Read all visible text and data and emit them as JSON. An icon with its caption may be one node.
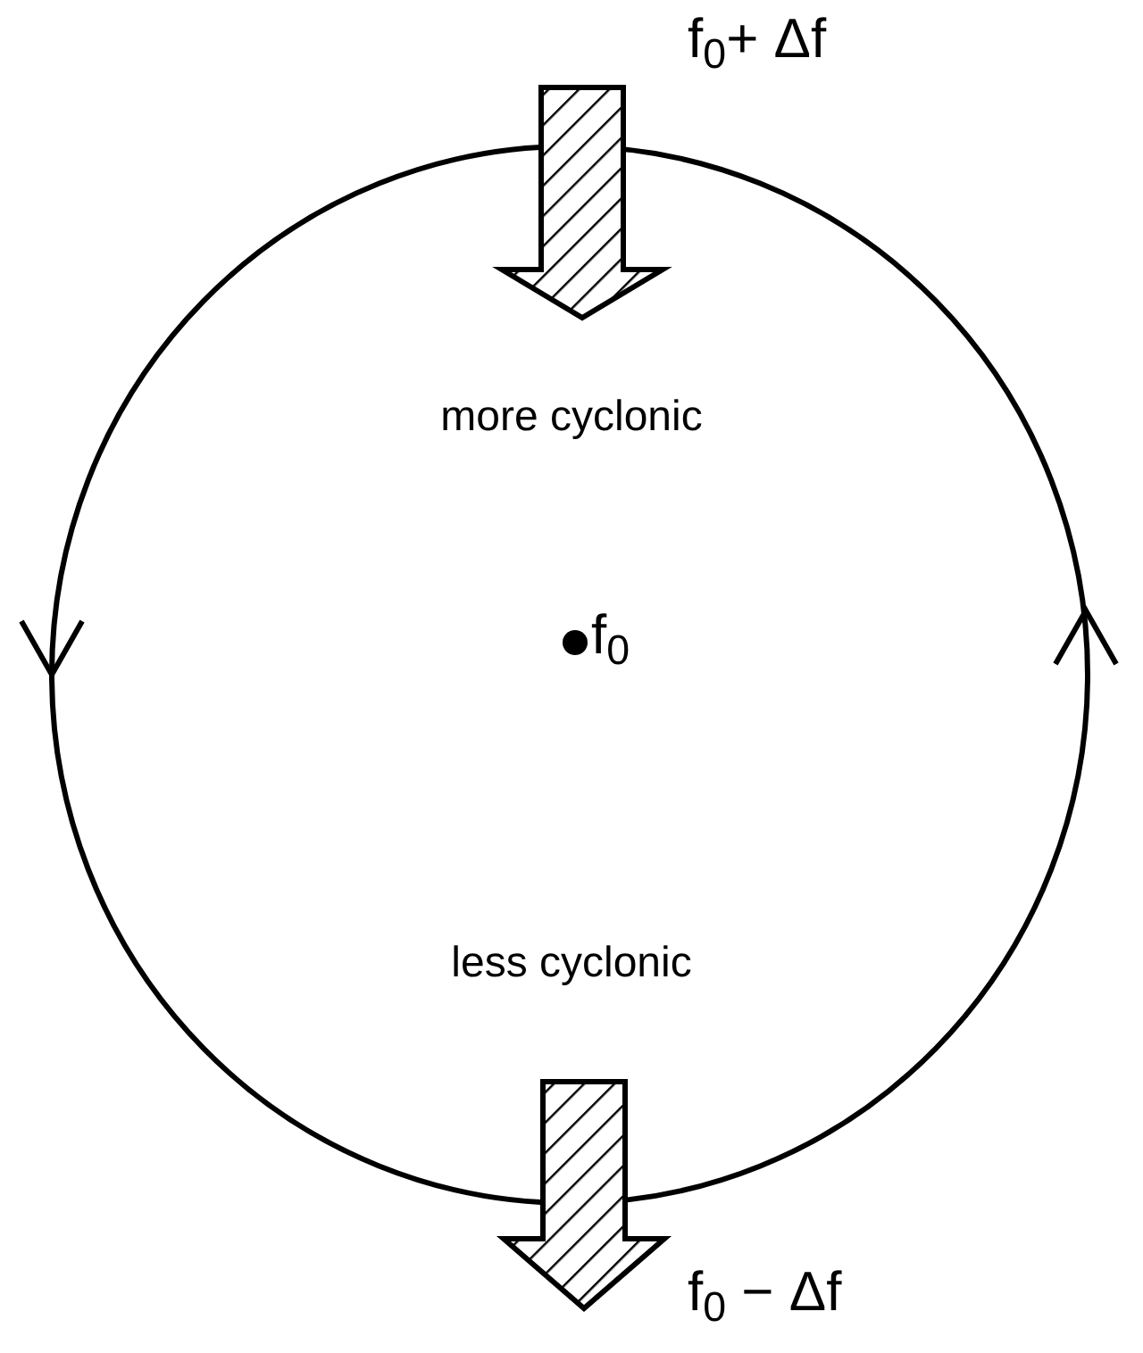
{
  "diagram": {
    "labels": [
      "f$_{0}$+ Δf",
      "more cyclonic",
      "f$_{0}$",
      "less cyclonic",
      "f$_{0}$ − Δf"
    ]
  }
}
